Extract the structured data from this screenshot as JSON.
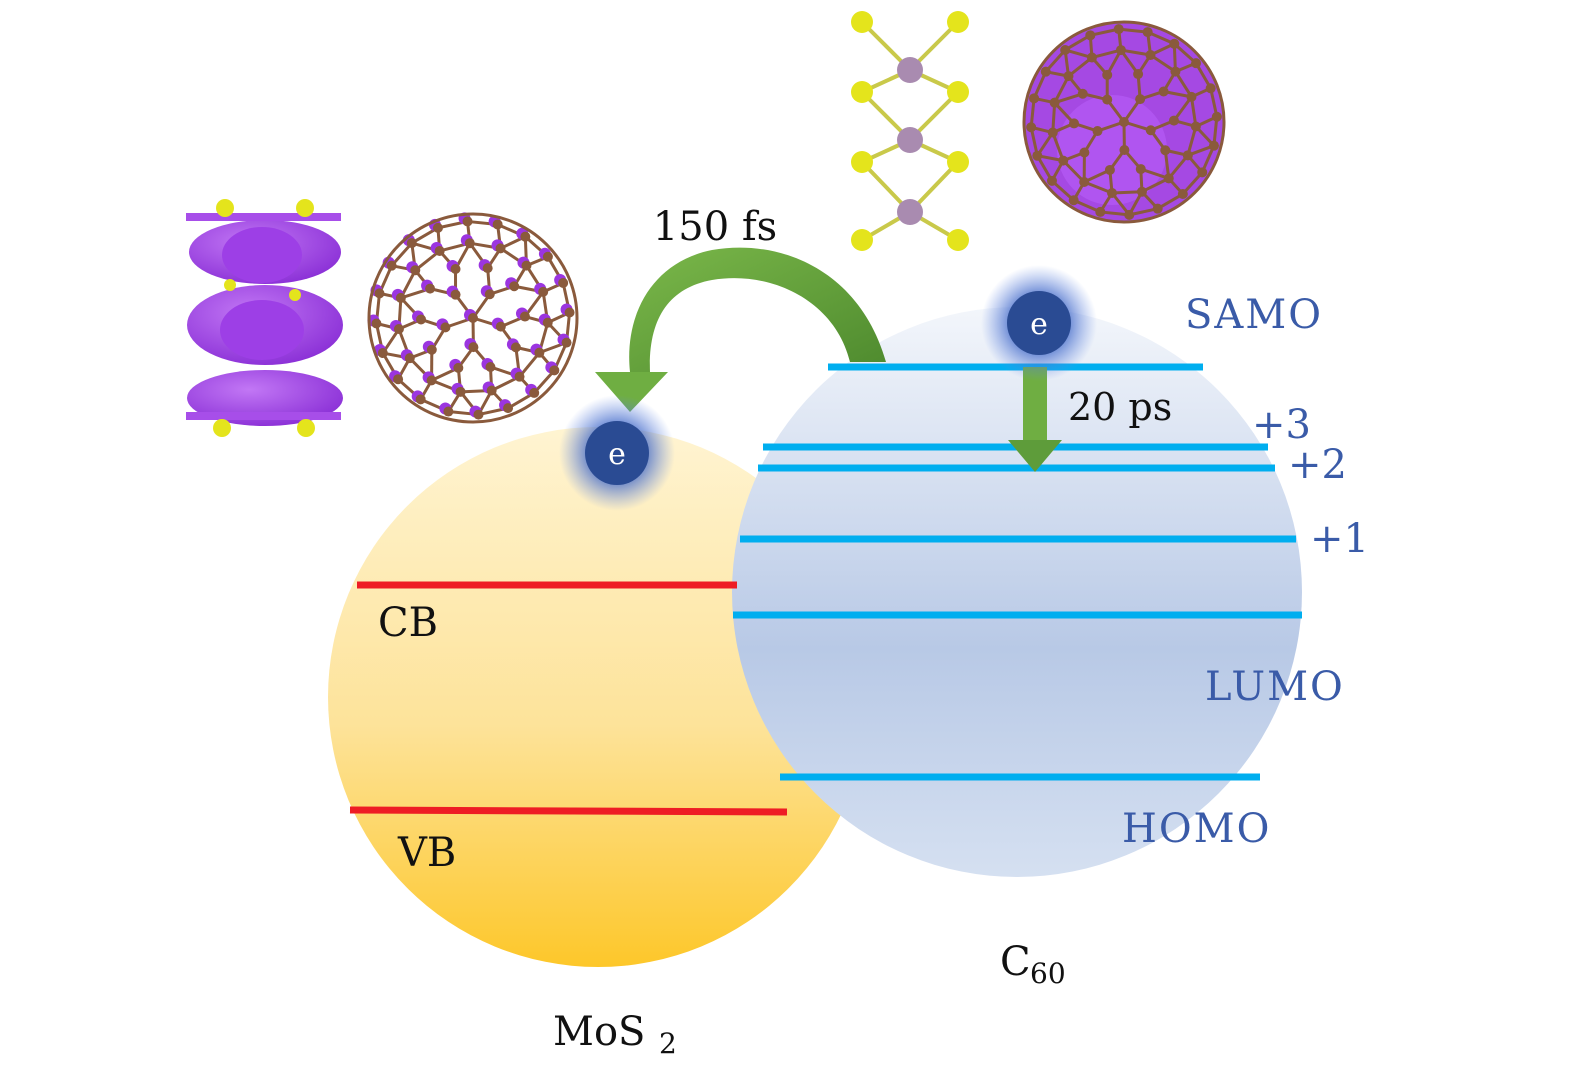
{
  "transfer_time": "150 fs",
  "relax_time": "20 ps",
  "electron_glyph": "e",
  "mos2": {
    "label_main": "MoS",
    "label_sub": "2",
    "cb": "CB",
    "vb": "VB"
  },
  "c60": {
    "label_main": "C",
    "label_sub": "60",
    "samo": "SAMO",
    "plus3": "+3",
    "plus2": "+2",
    "plus1": "+1",
    "lumo": "LUMO",
    "homo": "HOMO"
  },
  "colors": {
    "level_red": "#ee1c24",
    "level_blue": "#00aeef",
    "label_blue": "#3a5ba8",
    "arrow_green": "#5e9c3a",
    "electron": "#2a4b93",
    "isosurface": "#9b35e0",
    "sulfur": "#e4e41c",
    "carbon": "#8a5a3c"
  }
}
